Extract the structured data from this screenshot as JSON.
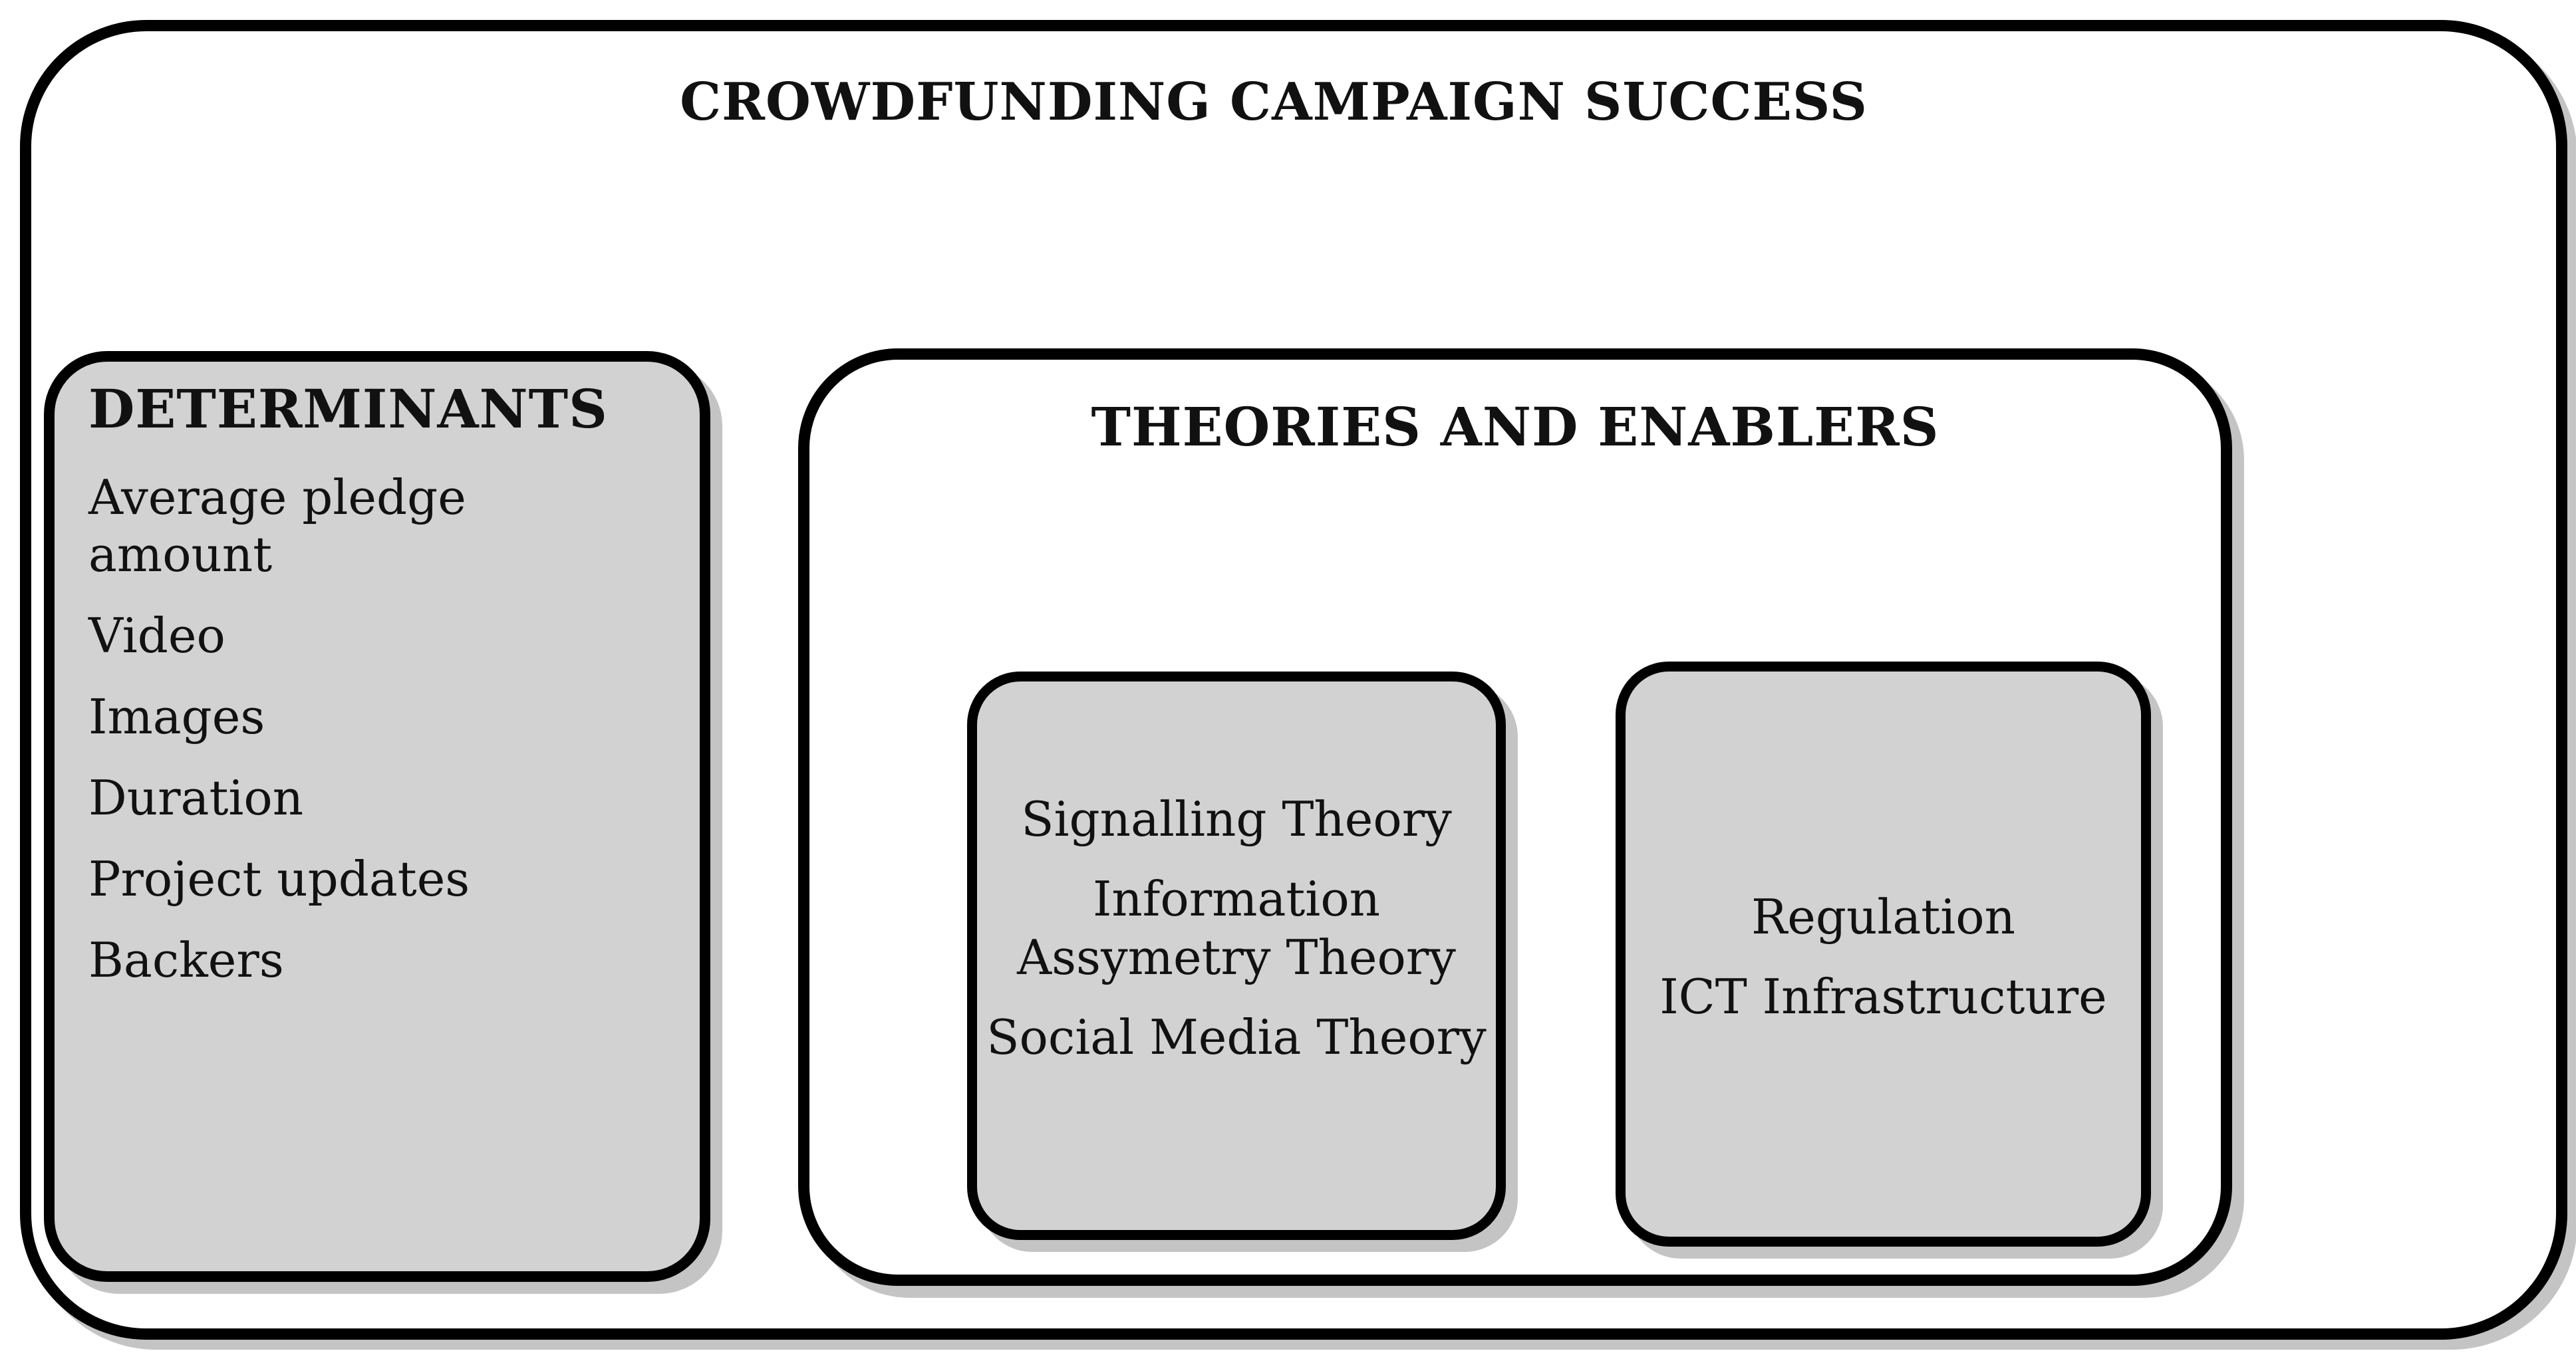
{
  "diagram": {
    "title": "CROWDFUNDING CAMPAIGN SUCCESS",
    "determinants": {
      "heading": "DETERMINANTS",
      "items": [
        "Average pledge amount",
        "Video",
        "Images",
        "Duration",
        "Project updates",
        "Backers"
      ]
    },
    "theories_and_enablers": {
      "heading": "THEORIES AND ENABLERS",
      "theories": [
        "Signalling Theory",
        "Information Assymetry Theory",
        "Social Media Theory"
      ],
      "enablers": [
        "Regulation",
        "ICT Infrastructure"
      ]
    }
  },
  "colors": {
    "box_fill": "#d2d2d2",
    "border": "#000000",
    "shadow": "#c4c4c4"
  }
}
